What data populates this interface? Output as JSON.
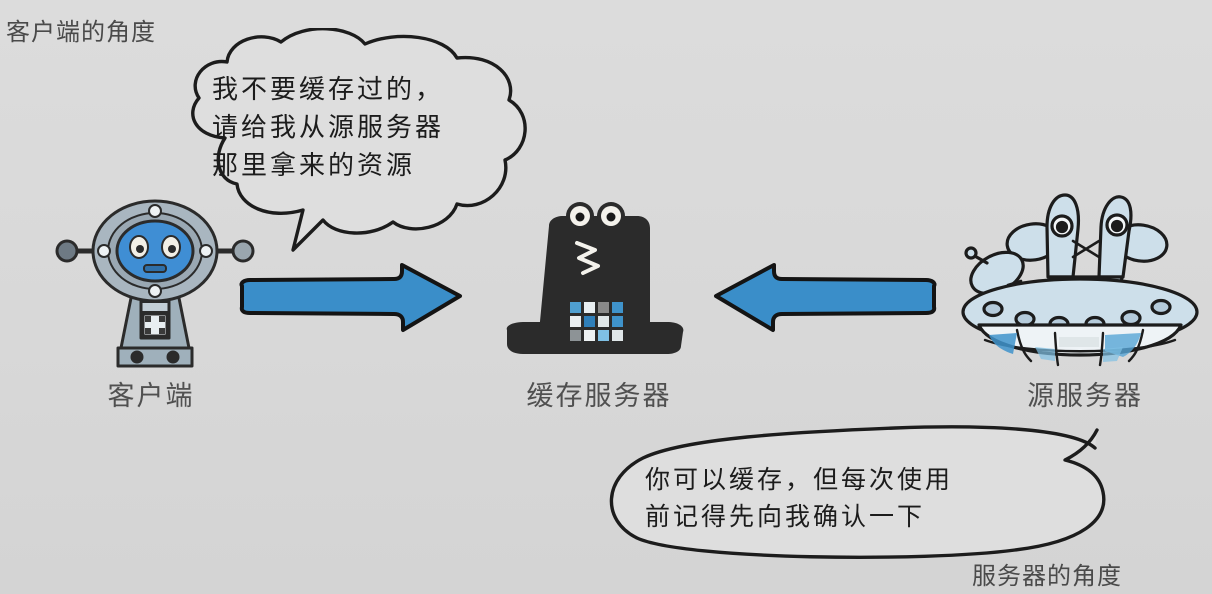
{
  "diagram": {
    "title_hidden": "",
    "background_color": "#d8d8d8",
    "accent_color": "#3a8ec9",
    "outline_color": "#1c1c1c"
  },
  "perspectives": {
    "client_label": "客户端的角度",
    "server_label": "服务器的角度"
  },
  "nodes": {
    "client": {
      "caption": "客户端",
      "icon": "robot-icon",
      "body_color": "#a9b6c0",
      "face_color": "#3f8ed4"
    },
    "cache_server": {
      "caption": "缓存服务器",
      "icon": "top-hat-building-icon",
      "body_color": "#2b2b2b",
      "window_colors": [
        [
          "#4f9fd0",
          "#e8eef1",
          "#8a8a8a",
          "#3f93cb"
        ],
        [
          "#e9eef0",
          "#2f7fba",
          "#dfe6e8",
          "#3f93cb"
        ],
        [
          "#8d9396",
          "#eef2f3",
          "#7fc0e4",
          "#dfe6e8"
        ]
      ]
    },
    "origin_server": {
      "caption": "源服务器",
      "icon": "ufo-icon",
      "body_color": "#cddfea"
    }
  },
  "arrows": [
    {
      "name": "request-arrow",
      "direction": "right",
      "from": "client",
      "to": "cache_server",
      "color": "#3a8ec9"
    },
    {
      "name": "response-arrow",
      "direction": "left",
      "from": "origin_server",
      "to": "cache_server",
      "color": "#3a8ec9"
    }
  ],
  "bubbles": {
    "client": {
      "speaker": "client",
      "lines": [
        "我不要缓存过的，",
        "请给我从源服务器",
        "那里拿来的资源"
      ],
      "text": "我不要缓存过的，\n请给我从源服务器\n那里拿来的资源"
    },
    "server": {
      "speaker": "origin_server",
      "lines": [
        "你可以缓存，但每次使用",
        "前记得先向我确认一下"
      ],
      "text": "你可以缓存，但每次使用\n前记得先向我确认一下"
    }
  }
}
